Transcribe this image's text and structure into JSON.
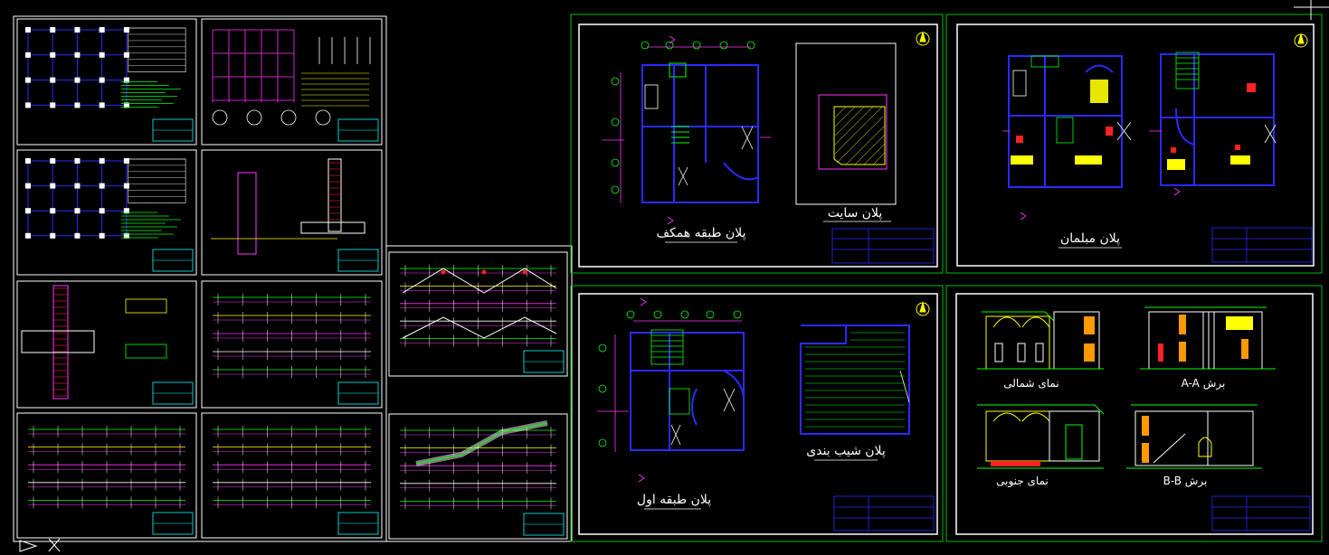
{
  "canvas": {
    "background": "#000000"
  },
  "colors": {
    "frame": "#ffffff",
    "group_border": "#00c000",
    "wall": "#2a2aff",
    "dim": "#ff33ff",
    "detail": "#00ff00",
    "annotation": "#ffff00",
    "accent": "#ff2222",
    "cyan": "#00ffff"
  },
  "sheets": {
    "roof_plan": {
      "title": "پلان طبقه همکف",
      "subtitle": "پلان سایت"
    },
    "ground_floor": {
      "title": "پلان مبلمان"
    },
    "first_floor": {
      "title": "پلان طبقه اول",
      "subtitle": "پلان شیب بندی"
    },
    "elevations": {
      "north": "نمای شمالی",
      "south": "نمای جنوبی",
      "section_aa": "برش A-A",
      "section_bb": "برش B-B"
    }
  },
  "icons": [
    "north-arrow-icon",
    "ucs-icon",
    "crosshair-icon"
  ]
}
